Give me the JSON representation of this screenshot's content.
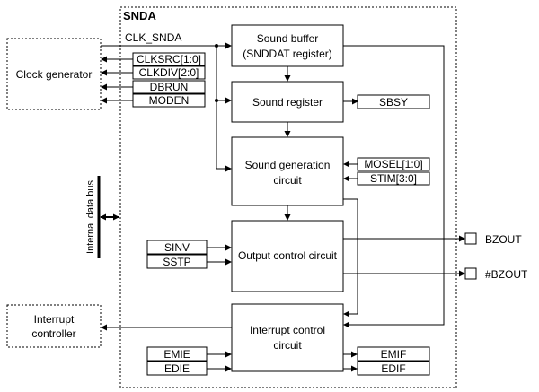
{
  "module_title": "SNDA",
  "clock_generator": "Clock generator",
  "interrupt_controller": [
    "Interrupt",
    "controller"
  ],
  "internal_bus": "Internal data bus",
  "clk_signal": "CLK_SNDA",
  "blocks": {
    "sound_buffer": [
      "Sound buffer",
      "(SNDDAT register)"
    ],
    "sound_register": "Sound register",
    "sound_generation": [
      "Sound generation",
      "circuit"
    ],
    "output_control": "Output control circuit",
    "interrupt_control": [
      "Interrupt control",
      "circuit"
    ]
  },
  "registers": {
    "clksrc": "CLKSRC[1:0]",
    "clkdiv": "CLKDIV[2:0]",
    "dbrun": "DBRUN",
    "moden": "MODEN",
    "sbsy": "SBSY",
    "mosel": "MOSEL[1:0]",
    "stim": "STIM[3:0]",
    "sinv": "SINV",
    "sstp": "SSTP",
    "emie": "EMIE",
    "edie": "EDIE",
    "emif": "EMIF",
    "edif": "EDIF"
  },
  "pins": {
    "bzout": "BZOUT",
    "nbzout": "#BZOUT"
  }
}
